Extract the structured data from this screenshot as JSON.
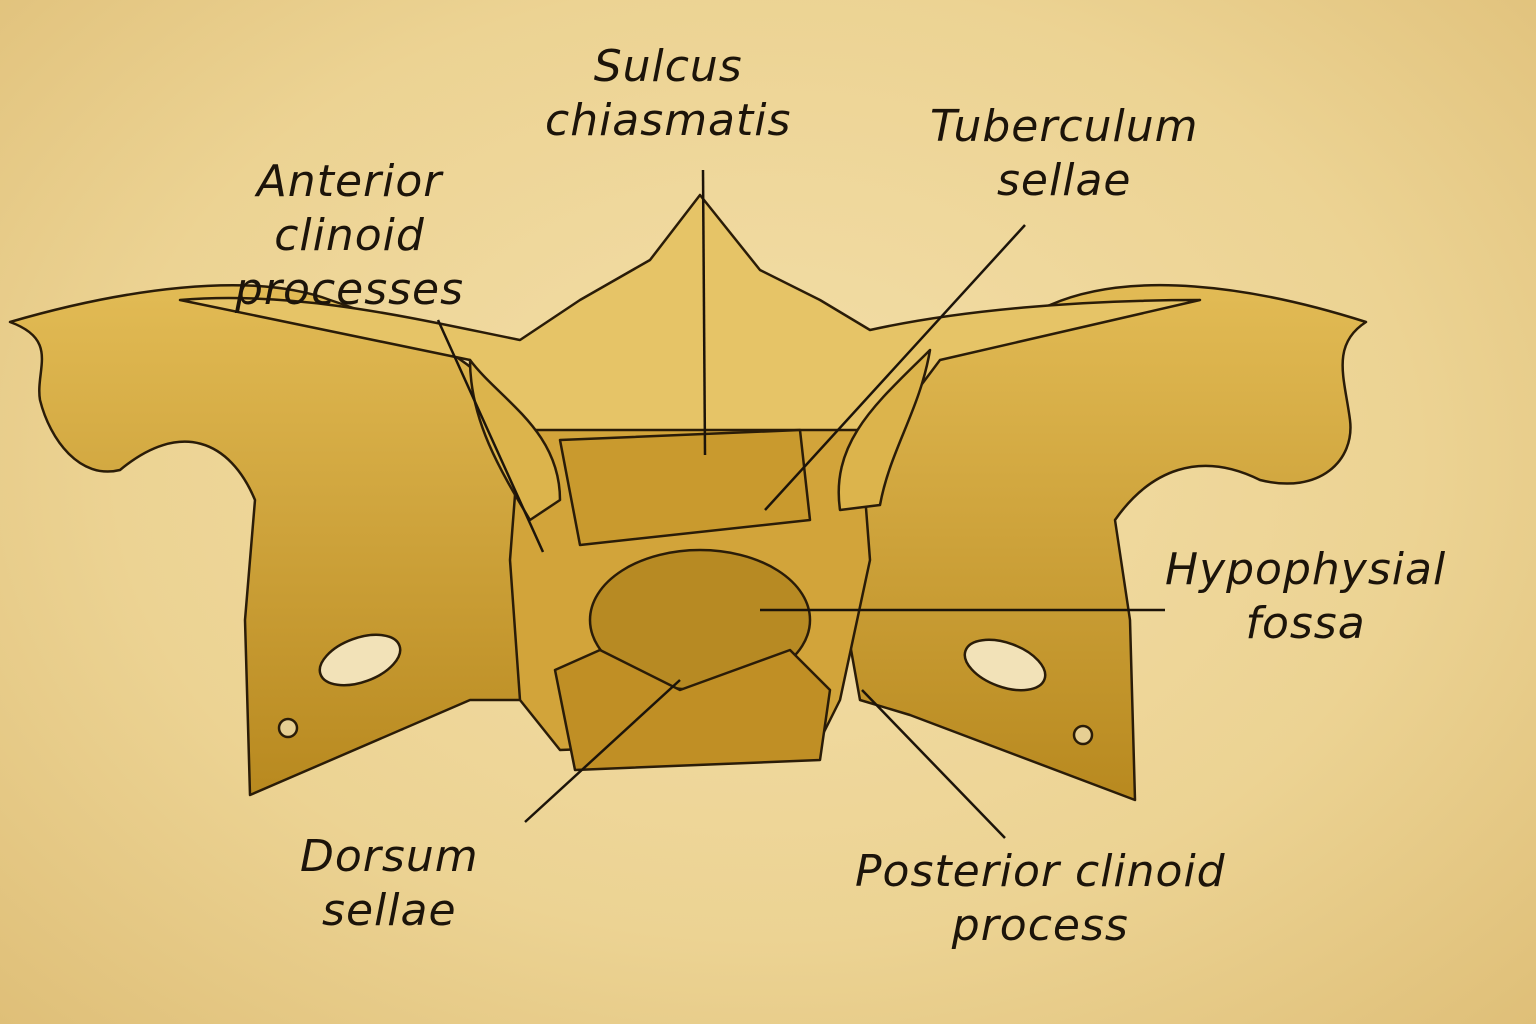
{
  "labels": {
    "sulcus_chiasmatis": [
      "Sulcus",
      "chiasmatis"
    ],
    "tuberculum_sellae": [
      "Tuberculum",
      "sellae"
    ],
    "anterior_clinoid": [
      "Anterior",
      "clinoid",
      "processes"
    ],
    "hypophysial_fossa": [
      "Hypophysial",
      "fossa"
    ],
    "dorsum_sellae": [
      "Dorsum",
      "sellae"
    ],
    "posterior_clinoid": [
      "Posterior clinoid",
      "process"
    ]
  },
  "colors": {
    "bone": "#c99a2e",
    "bone_light": "#e0b954",
    "bone_dark": "#8a6318",
    "ink": "#1c140a"
  }
}
